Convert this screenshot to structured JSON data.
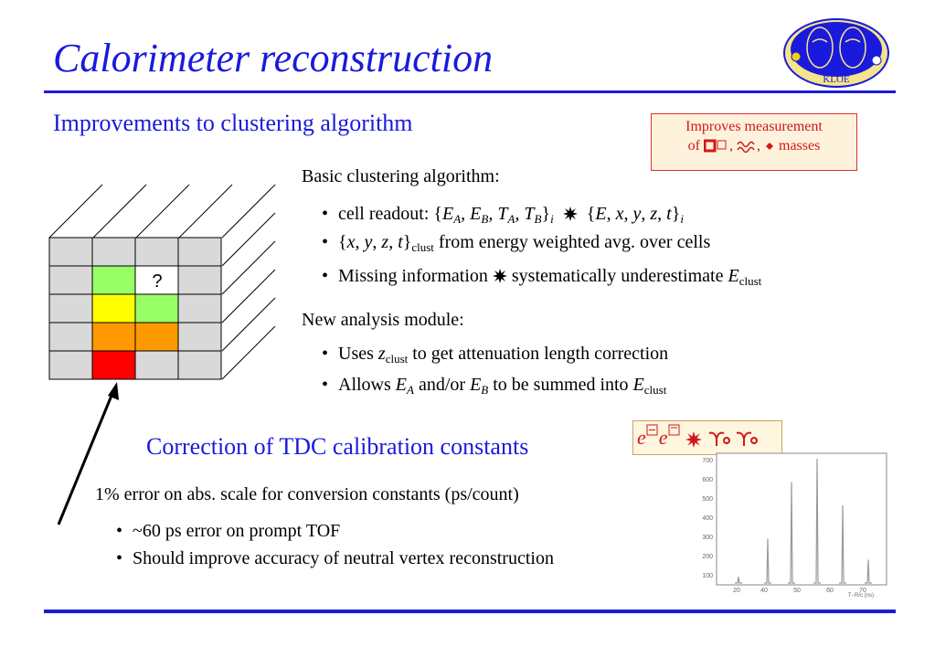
{
  "title": "Calorimeter reconstruction",
  "section1": {
    "heading": "Improvements to clustering algorithm",
    "callout_line1": "Improves measurement",
    "callout_line2_prefix": "of",
    "callout_line2_mid": ",",
    "callout_line2_mid2": ",",
    "callout_line2_suffix": "masses"
  },
  "basic": {
    "heading": "Basic clustering algorithm:",
    "b1_a": "cell readout: {",
    "b1_vars": "E",
    "b1_b": "}",
    "b1_i": "i",
    "b1_c": "{E, x, y, z, t}",
    "b2_a": "{x, y, z, t}",
    "b2_sub": "clust",
    "b2_b": " from energy weighted avg. over cells",
    "b3_a": "Missing information ",
    "b3_b": " systematically underestimate ",
    "b3_E": "E",
    "b3_sub": "clust"
  },
  "newmod": {
    "heading": "New analysis module:",
    "b1_a": "Uses ",
    "b1_z": "z",
    "b1_sub": "clust",
    "b1_b": " to get attenuation length correction",
    "b2_a": "Allows ",
    "b2_EA": "E",
    "b2_A": "A",
    "b2_mid": " and/or ",
    "b2_EB": "E",
    "b2_B": "B",
    "b2_c": " to be summed into ",
    "b2_E": "E",
    "b2_sub": "clust"
  },
  "grid": {
    "question_mark": "?",
    "cell_colors": {
      "gray": "#d9d9d9",
      "green": "#99ff66",
      "yellow": "#ffff00",
      "orange": "#ff9900",
      "red": "#ff0000"
    }
  },
  "section2": {
    "heading": "Correction of TDC calibration constants",
    "reaction_e": "e",
    "reaction_e2": "e",
    "line1": "1% error on abs. scale for conversion constants (ps/count)",
    "b1": "~60 ps error on prompt TOF",
    "b2": "Should improve accuracy of neutral vertex reconstruction"
  },
  "plot": {
    "y_ticks": [
      "700",
      "600",
      "500",
      "400",
      "300",
      "200",
      "100"
    ],
    "x_ticks": [
      "20",
      "40",
      "50",
      "60",
      "70"
    ],
    "x_label": "T−R/c (ns)"
  },
  "colors": {
    "accent_blue": "#1a1adc",
    "callout_red": "#d01818"
  }
}
